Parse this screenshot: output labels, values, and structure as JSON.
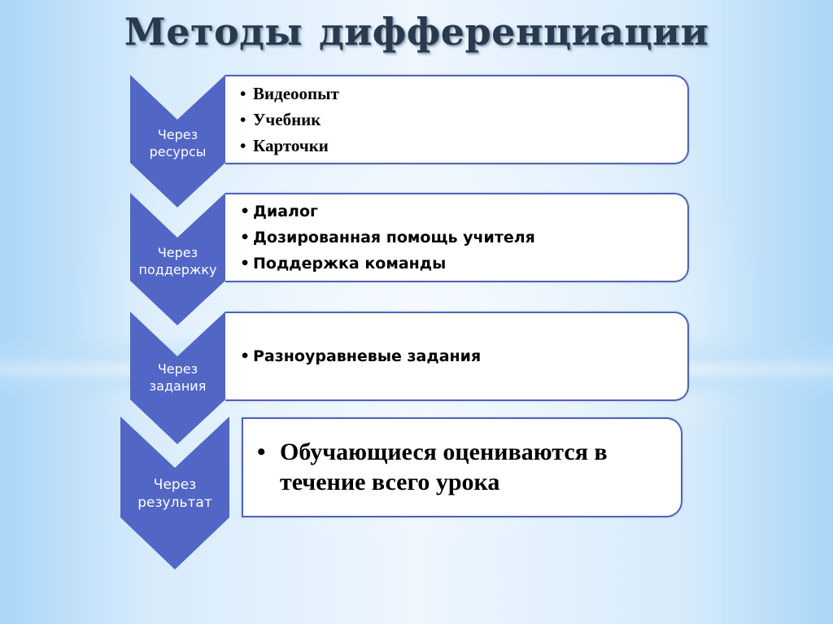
{
  "title": {
    "word1": "Методы",
    "word2": "дифференциации"
  },
  "colors": {
    "chevron_fill": "#5266c6",
    "box_border": "#4f63b8",
    "box_fill": "#ffffff",
    "title_text": "#2a3a4e",
    "background": "#d7ebfb"
  },
  "steps": [
    {
      "label_line1": "Через",
      "label_line2": "ресурсы",
      "items": [
        "Видеоопыт",
        "Учебник",
        "Карточки"
      ]
    },
    {
      "label_line1": "Через",
      "label_line2": "поддержку",
      "items": [
        "Диалог",
        "Дозированная помощь учителя",
        "Поддержка команды"
      ]
    },
    {
      "label_line1": "Через",
      "label_line2": "задания",
      "items": [
        "Разноуравневые задания"
      ]
    },
    {
      "label_line1": "Через",
      "label_line2": "результат",
      "items": [
        "Обучающиеся оцениваются в",
        "течение всего урока"
      ]
    }
  ],
  "bullet": "•"
}
